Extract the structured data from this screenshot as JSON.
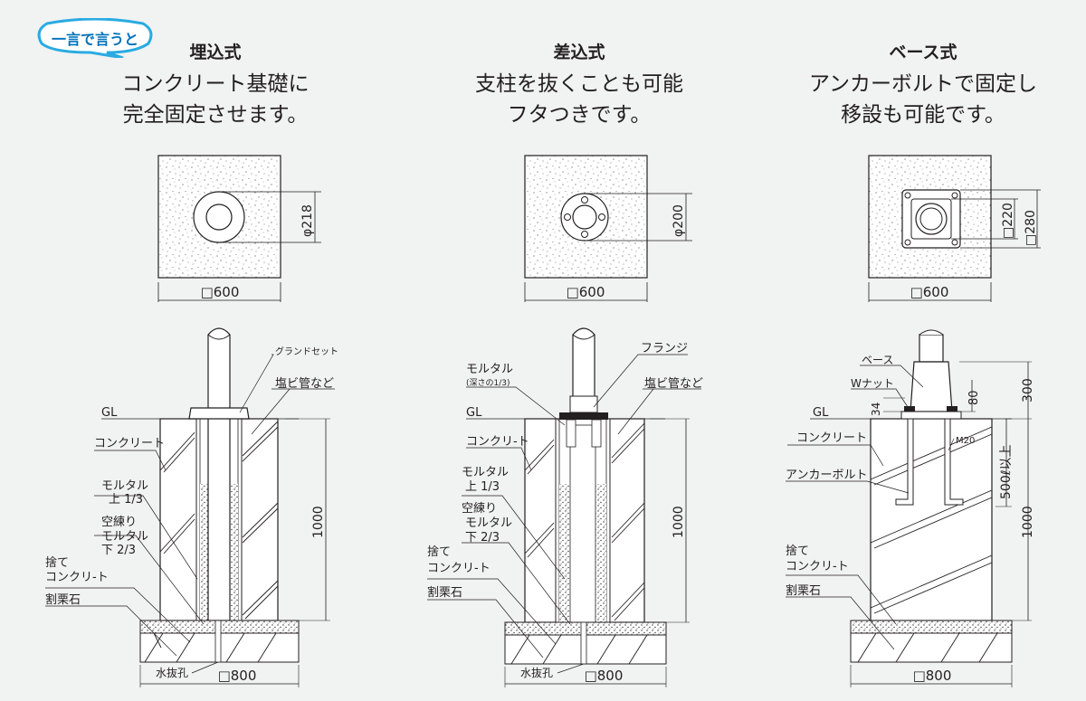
{
  "badge": {
    "label": "一言で言うと",
    "color": "#29abe2"
  },
  "methods": [
    {
      "title": "埋込式",
      "desc_line1": "コンクリート基礎に",
      "desc_line2": "完全固定させます。",
      "plan": {
        "diameter": "φ218",
        "size": "□600"
      },
      "section": {
        "labels": {
          "groundset": "グランドセット",
          "pvc": "塩ビ管など",
          "gl": "GL",
          "concrete": "コンクリート",
          "mortar_top": "モルタル",
          "mortar_top2": "上 1/3",
          "dry_mortar1": "空練り",
          "dry_mortar2": "モルタル",
          "dry_mortar3": "下 2/3",
          "base_concrete1": "捨て",
          "base_concrete2": "コンクリ-ト",
          "gravel": "割栗石",
          "drain": "水抜孔",
          "depth": "1000",
          "width": "□800"
        }
      }
    },
    {
      "title": "差込式",
      "desc_line1": "支柱を抜くことも可能",
      "desc_line2": "フタつきです。",
      "plan": {
        "diameter": "φ200",
        "size": "□600"
      },
      "section": {
        "labels": {
          "flange": "フランジ",
          "mortar": "モルタル",
          "mortar_depth": "(深さの1/3)",
          "pvc": "塩ビ管など",
          "gl": "GL",
          "concrete": "コンクリ-ト",
          "mortar_top": "モルタル",
          "mortar_top2": "上 1/3",
          "dry_mortar1": "空練り",
          "dry_mortar2": "モルタル",
          "dry_mortar3": "下 2/3",
          "base_concrete1": "捨て",
          "base_concrete2": "コンクリ-ト",
          "gravel": "割栗石",
          "drain": "水抜孔",
          "depth": "1000",
          "width": "□800"
        }
      }
    },
    {
      "title": "ベース式",
      "desc_line1": "アンカーボルトで固定し",
      "desc_line2": "移設も可能です。",
      "plan": {
        "inner": "□220",
        "outer": "□280",
        "size": "□600"
      },
      "section": {
        "labels": {
          "base": "ベース",
          "wnut": "Wナット",
          "gl": "GL",
          "concrete": "コンクリート",
          "anchor": "アンカーボルト",
          "base_concrete1": "捨て",
          "base_concrete2": "コンクリ-ト",
          "gravel": "割栗石",
          "m20": "M20",
          "dim34": "34",
          "dim80": "80",
          "dim300": "300",
          "anchor_len": "500ℓ以上",
          "depth": "1000",
          "width": "□800"
        }
      }
    }
  ]
}
